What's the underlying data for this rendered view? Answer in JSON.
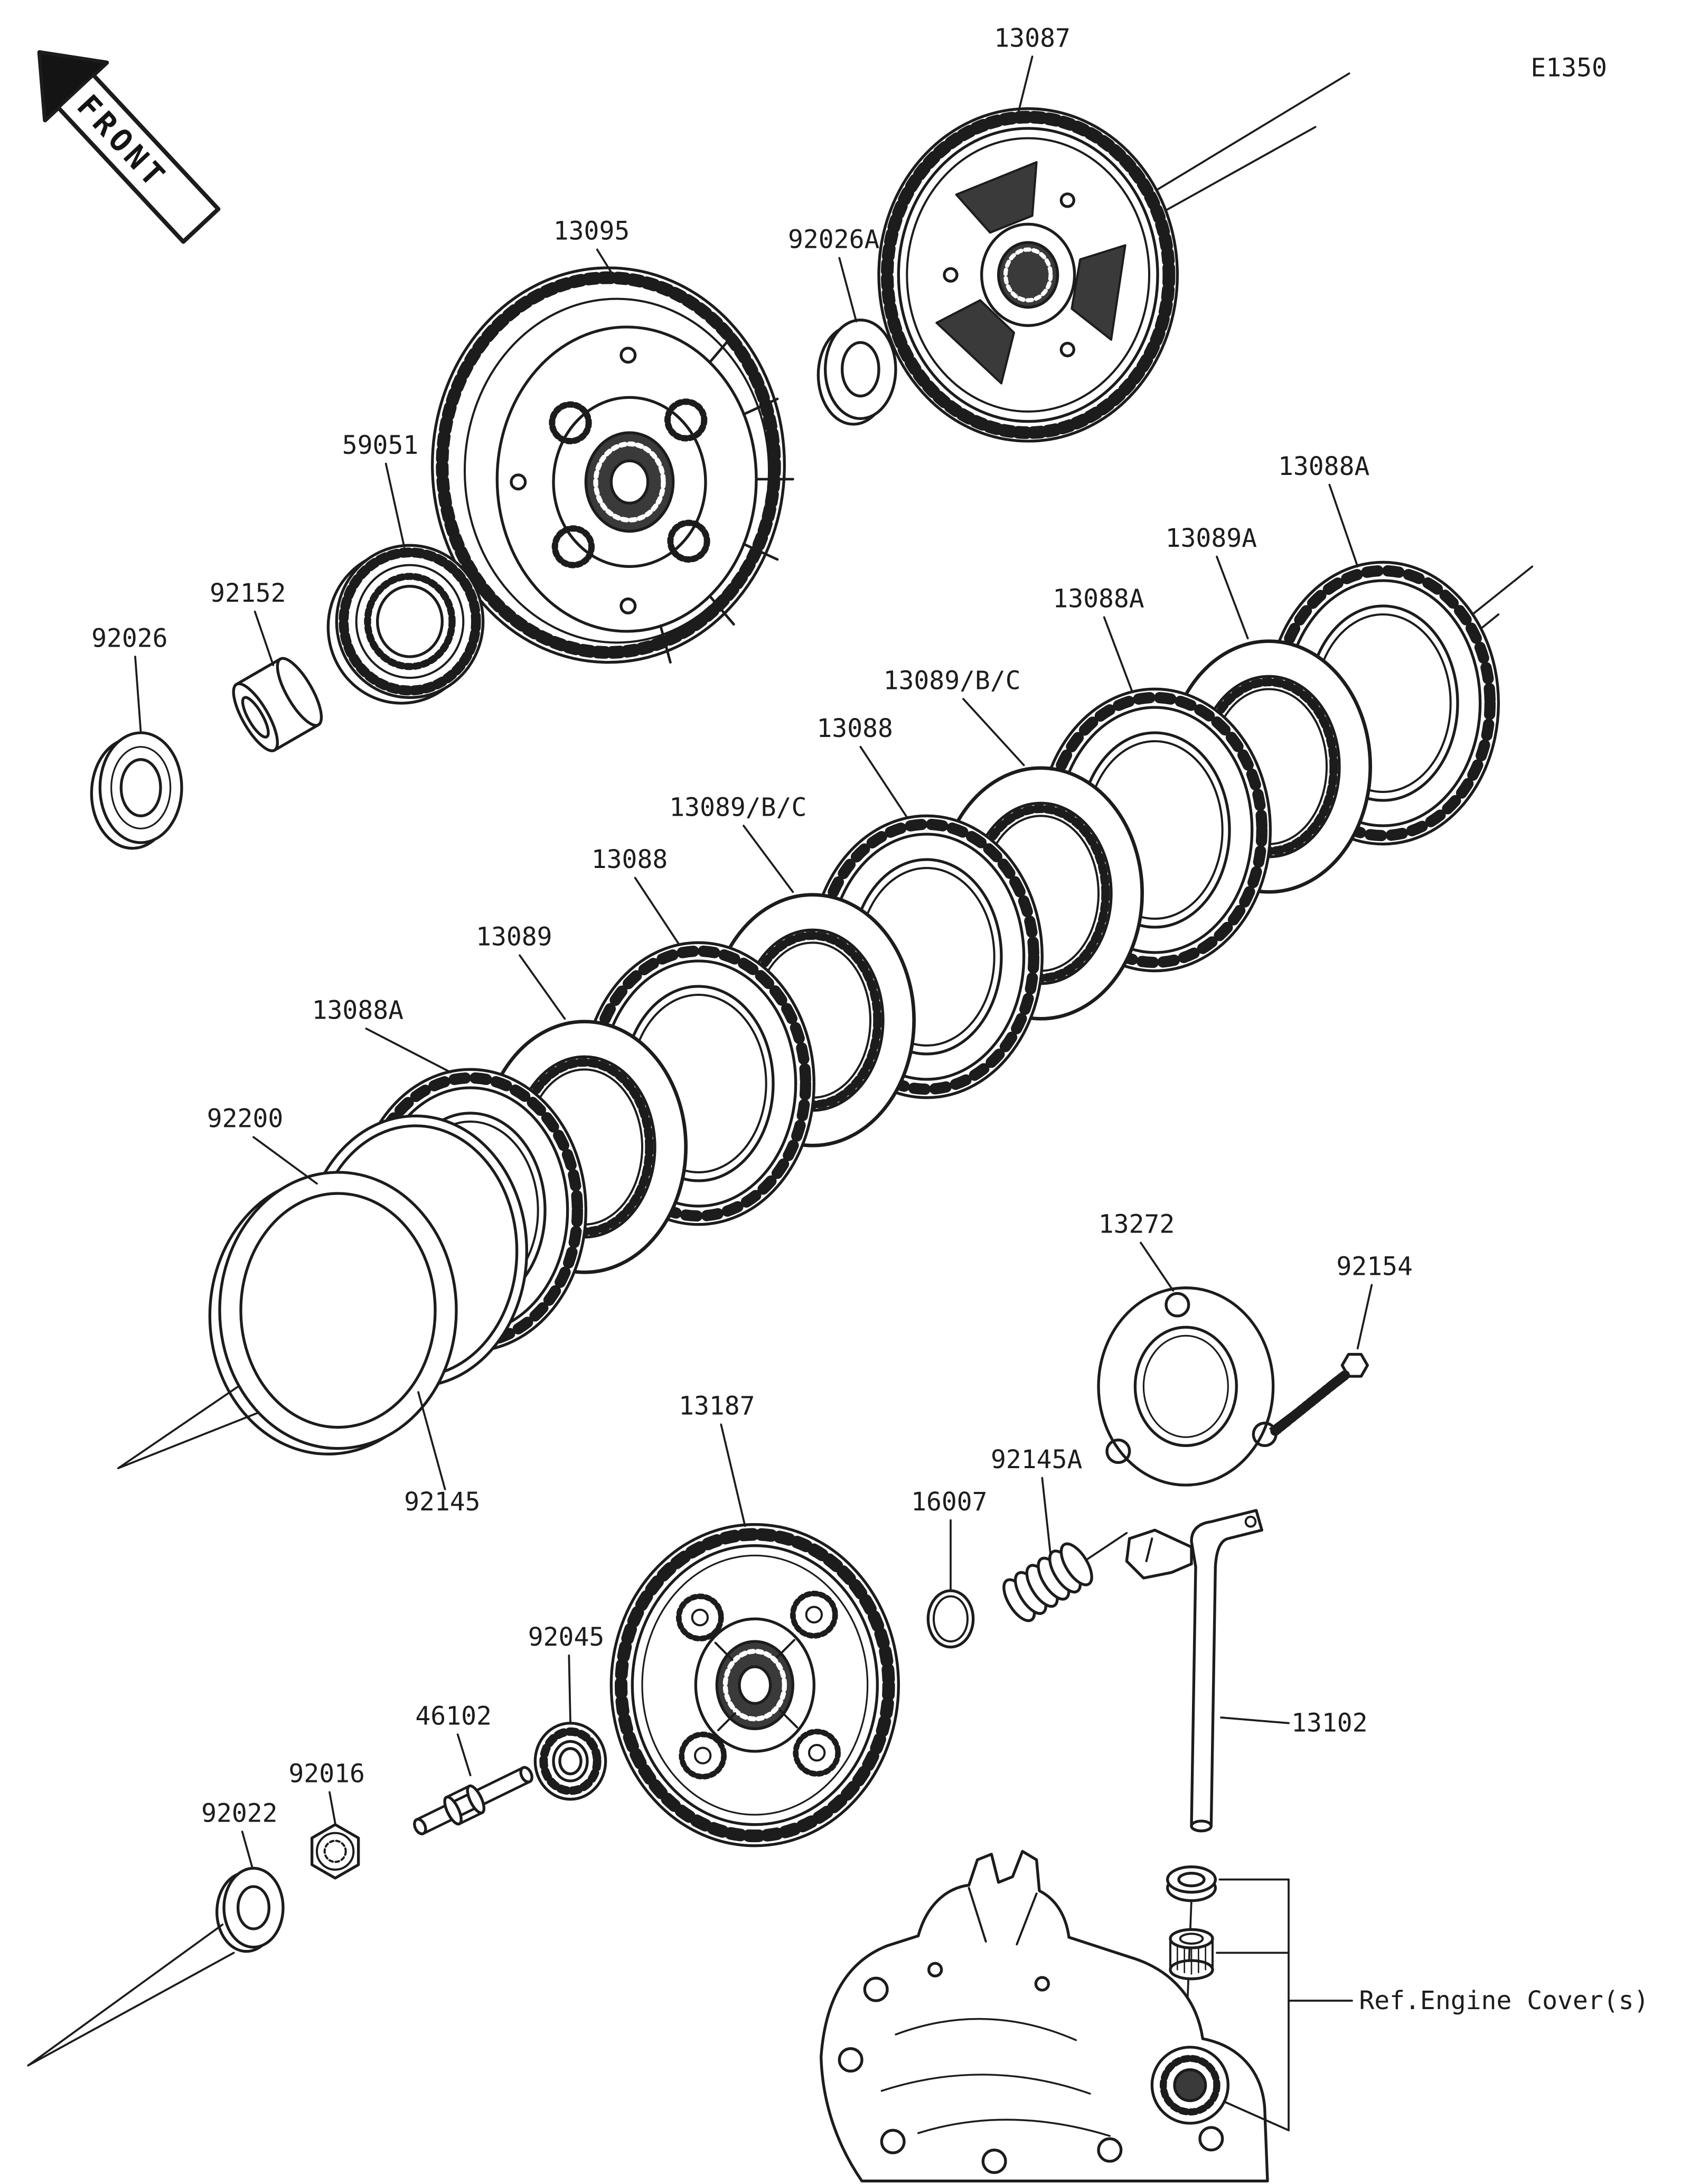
{
  "page": {
    "code": "E1350",
    "front_arrow": "FRONT",
    "ref_note": "Ref.Engine Cover(s)",
    "ink_color": "#1c1c1c",
    "paper_color": "#ffffff"
  },
  "callouts": {
    "primary_gear": "13087",
    "clutch_housing": "13095",
    "washer_a": "92026A",
    "gear_59051": "59051",
    "bushing": "92152",
    "washer": "92026",
    "friction_plate_a1": "13088A",
    "steel_plate_a": "13089A",
    "friction_plate_a2": "13088A",
    "steel_plate_bc1": "13089/B/C",
    "friction_plate_1": "13088",
    "steel_plate_bc2": "13089/B/C",
    "friction_plate_2": "13088",
    "steel_plate": "13089",
    "friction_plate_a3": "13088A",
    "ring_92200": "92200",
    "spring_92145": "92145",
    "clutch_hub": "13187",
    "spring_seat": "16007",
    "spring_a": "92145A",
    "spring_plate": "13272",
    "bolt": "92154",
    "release_shaft": "13102",
    "bearing": "92045",
    "pusher": "46102",
    "nut": "92016",
    "washer_small": "92022"
  }
}
